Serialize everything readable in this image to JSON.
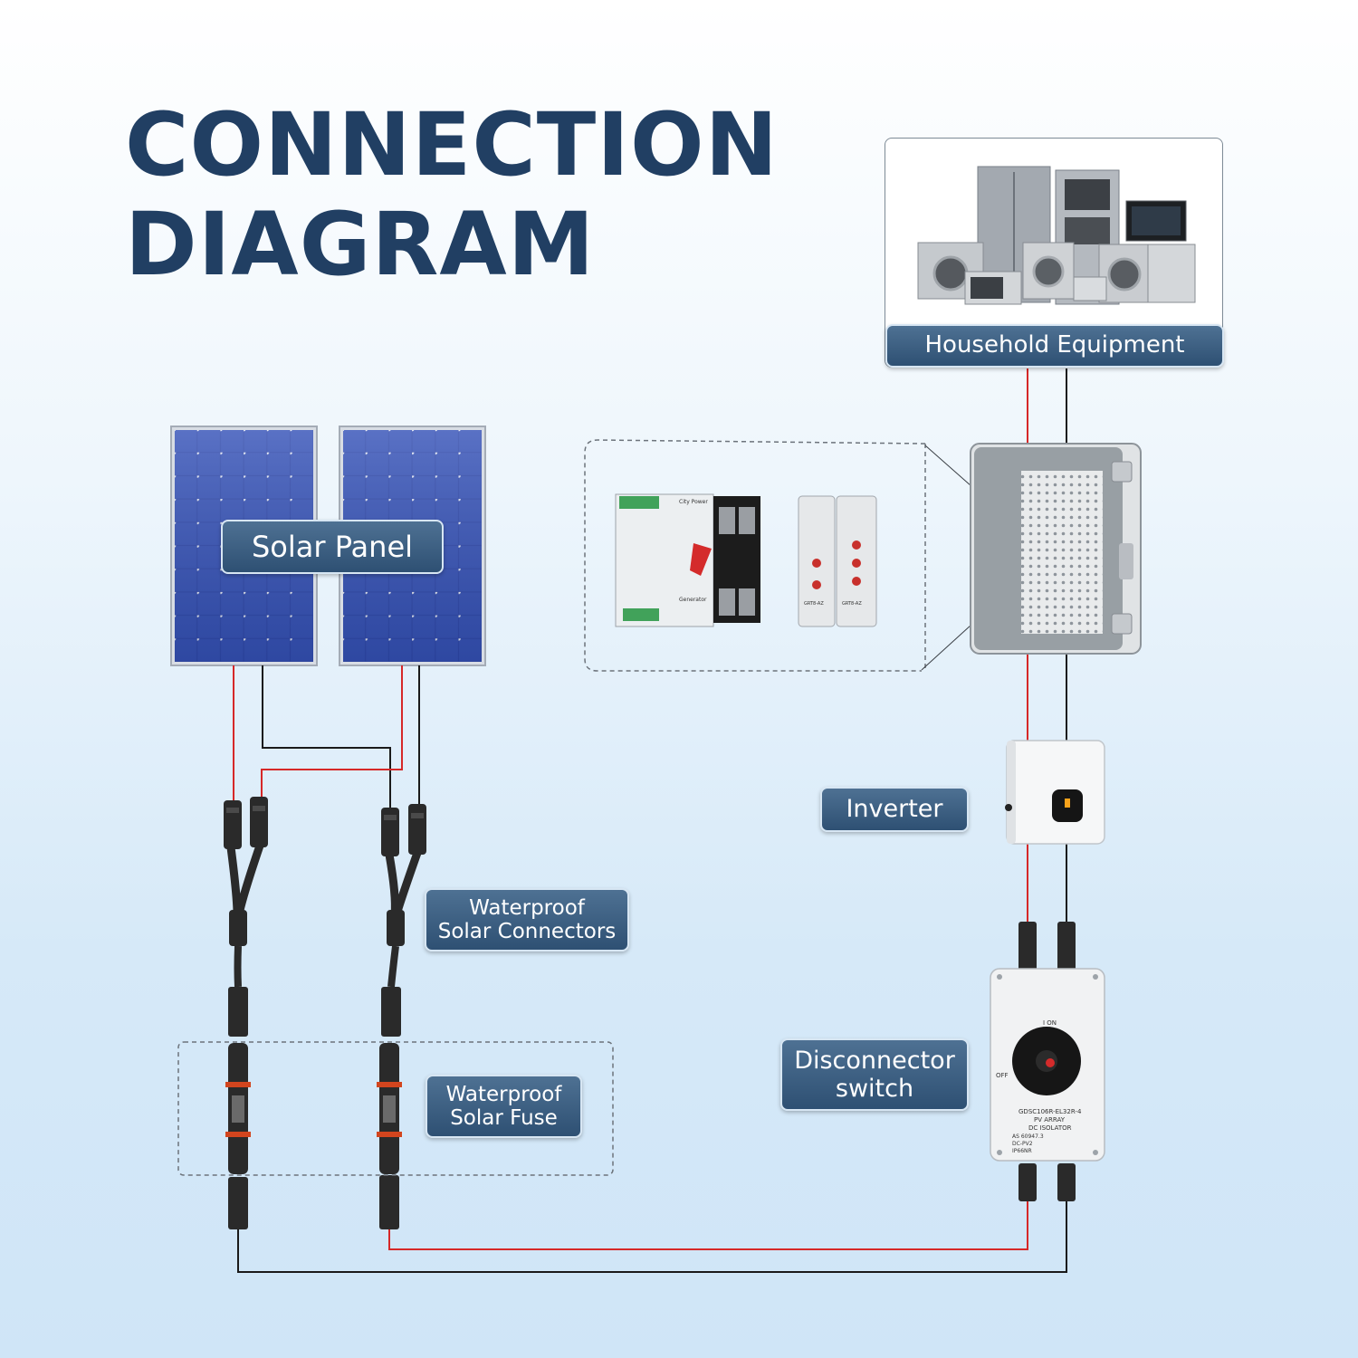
{
  "title": {
    "line1": "CONNECTION",
    "line2": "DIAGRAM"
  },
  "labels": {
    "solar_panel": "Solar Panel",
    "household": "Household Equipment",
    "inverter": "Inverter",
    "connectors": "Waterproof\nSolar Connectors",
    "fuse": "Waterproof\nSolar Fuse",
    "disconnector": "Disconnector\nswitch"
  },
  "device_text": {
    "isolator_on": "I ON",
    "isolator_off": "OFF",
    "isolator_model": "GDSC106R-EL32R-4",
    "isolator_pv": "PV ARRAY",
    "isolator_dc": "DC ISOLATOR",
    "isolator_std": "AS 60947.3",
    "isolator_dcpv": "DC-PV2",
    "isolator_ip": "IP66NR",
    "ats_city": "City Power",
    "ats_gen": "Generator",
    "relay_a": "GRT8-AZ",
    "relay_b": "GRT8-AZ"
  },
  "colors": {
    "title": "#213f63",
    "label_bg": "#3a5d80",
    "wire_positive": "#d62828",
    "wire_negative": "#1a1a1a",
    "panel_cell": "#2d46a8"
  },
  "icons": [
    "solar-panel-icon",
    "appliances-icon",
    "enclosure-icon",
    "inverter-icon",
    "isolator-switch-icon",
    "mc4-connector-icon",
    "fuse-holder-icon",
    "ats-switch-icon",
    "timer-relay-icon"
  ]
}
